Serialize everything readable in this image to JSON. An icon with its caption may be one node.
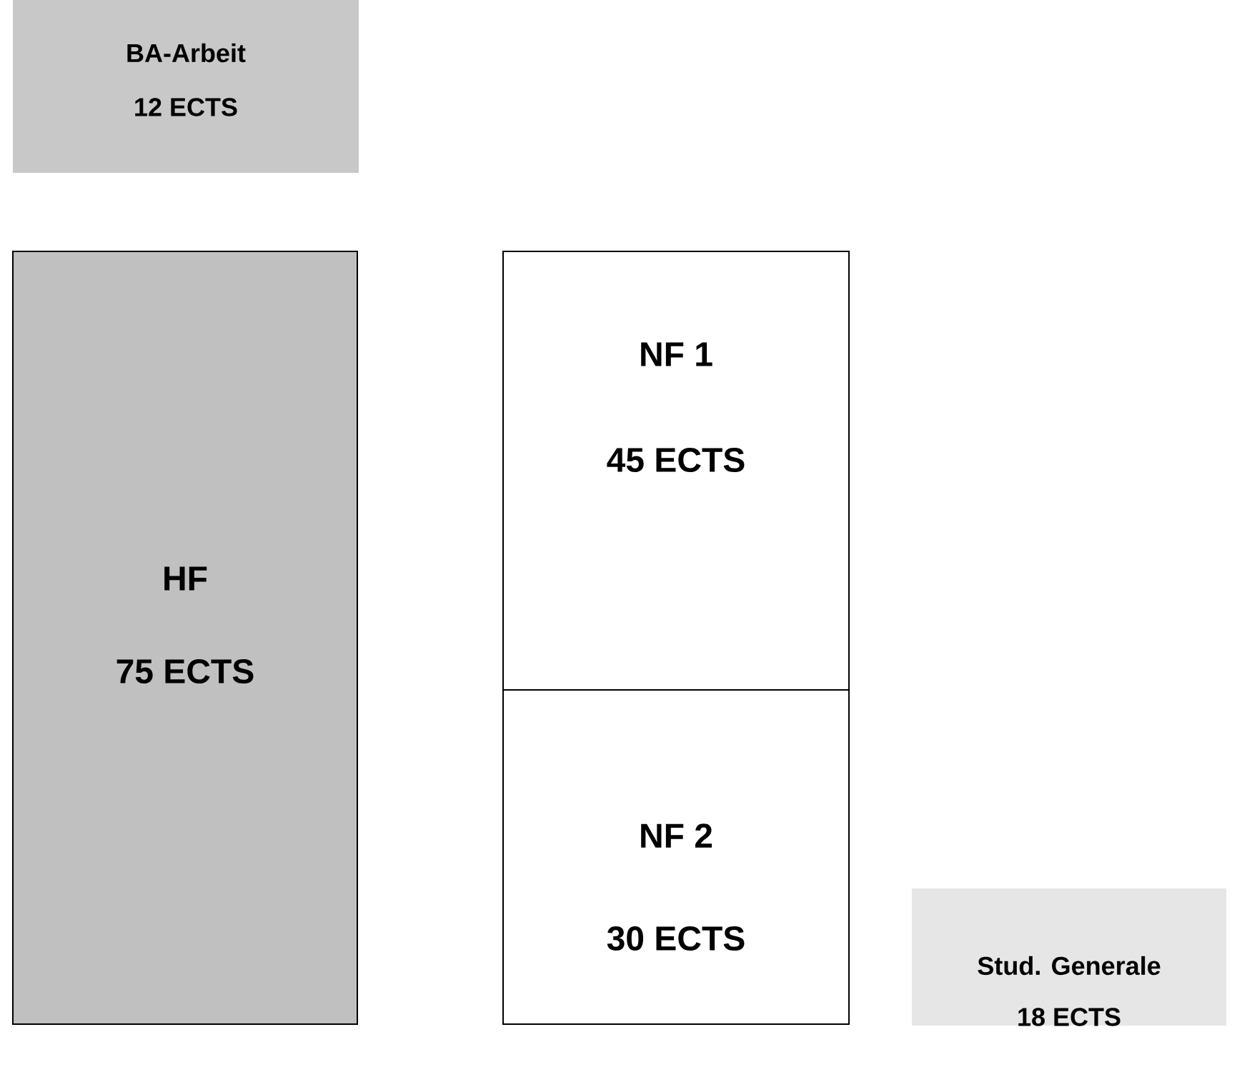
{
  "diagram": {
    "nodes": [
      {
        "text": [
          "BA-Arbeit",
          "12 ECTS"
        ]
      },
      {
        "text": [
          "HF",
          "75 ECTS"
        ]
      },
      {
        "text": [
          "NF 1",
          "45 ECTS"
        ]
      },
      {
        "text": [
          "NF 2",
          "30 ECTS"
        ]
      },
      {
        "text": [
          "Stud. Generale",
          "18 ECTS"
        ]
      }
    ]
  }
}
